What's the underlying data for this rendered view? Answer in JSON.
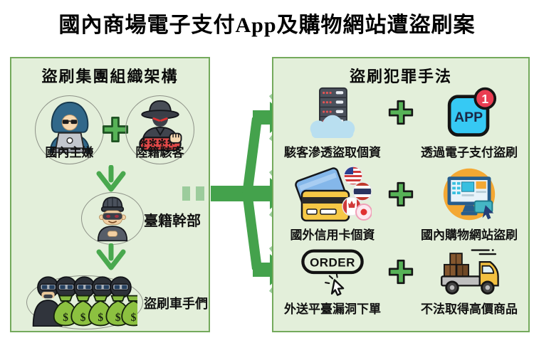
{
  "title": "國內商場電子支付App及購物網站遭盜刷案",
  "left_panel": {
    "title": "盜刷集團組織架構",
    "suspect_label": "國內主嫌",
    "hacker_label": "陸籍駭客",
    "password_mask": "****",
    "cadre_label": "臺籍幹部",
    "mules_label": "盜刷車手們",
    "money_symbol": "$"
  },
  "right_panel": {
    "title": "盜刷犯罪手法",
    "rows": [
      {
        "left_label": "駭客滲透盜取個資",
        "right_label": "透過電子支付盜刷"
      },
      {
        "left_label": "國外信用卡個資",
        "right_label": "國內購物網站盜刷"
      },
      {
        "left_label": "外送平臺漏洞下單",
        "right_label": "不法取得高價商品"
      }
    ],
    "app_text": "APP",
    "app_badge": "1",
    "order_text": "ORDER"
  },
  "colors": {
    "panel_bg": "#e3efda",
    "panel_border": "#74aa5c",
    "arrow_green": "#49a84e",
    "arrow_light_green": "#9ccc9c",
    "plus_green": "#57b257",
    "app_blue": "#36c9f4",
    "badge_red": "#ea3d52",
    "password_red": "#e04848",
    "money_bag_green": "#8cc140",
    "truck_yellow": "#f2c041",
    "monitor_circle_orange": "#f4a833"
  }
}
